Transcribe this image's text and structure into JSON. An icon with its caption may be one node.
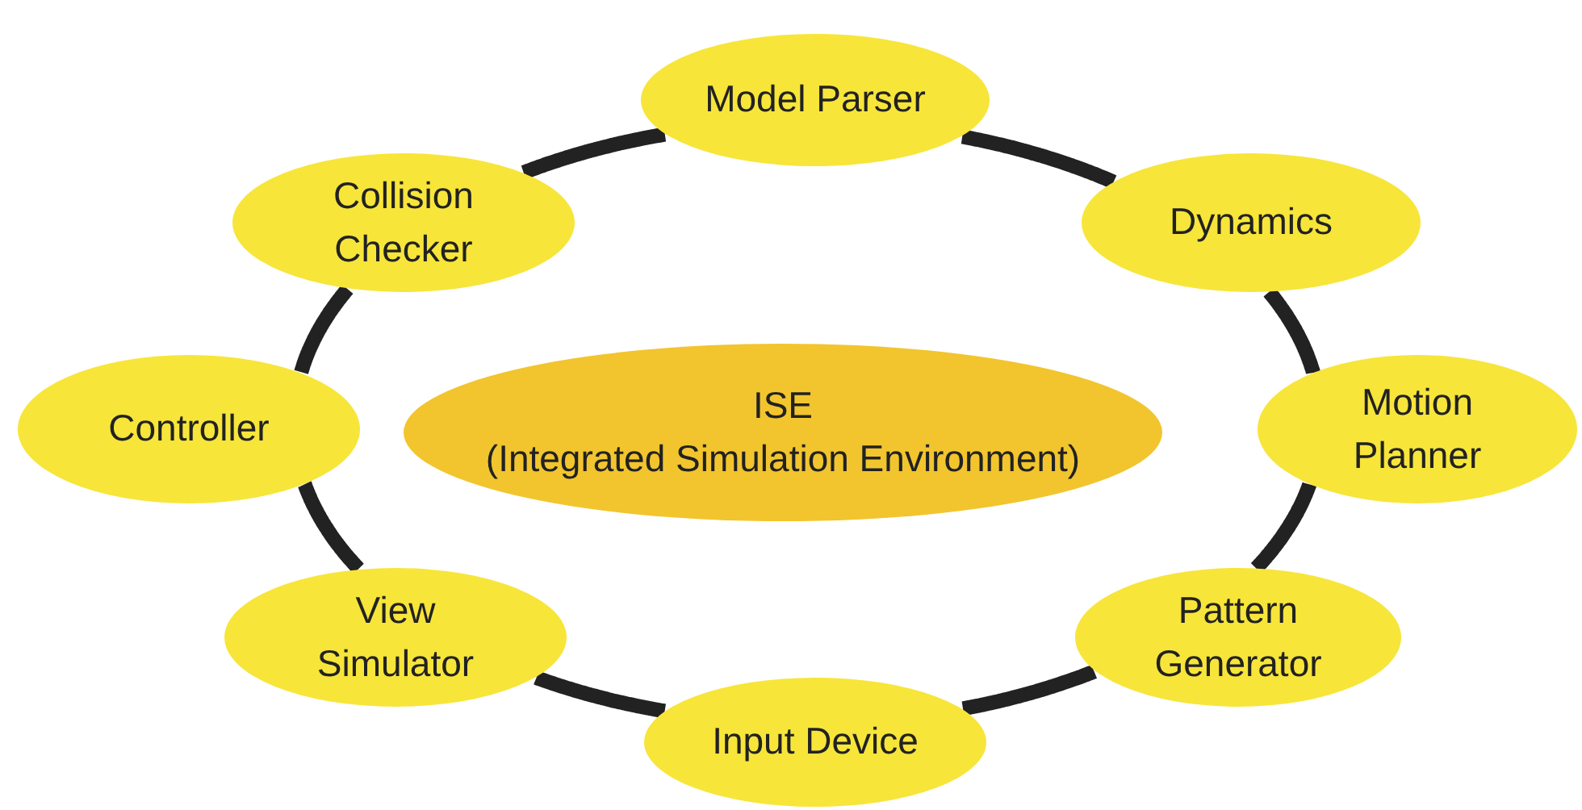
{
  "diagram": {
    "nodes": [
      {
        "text": [
          "ISE",
          "(Integrated Simulation Environment)"
        ]
      },
      {
        "text": [
          "Model Parser"
        ]
      },
      {
        "text": [
          "Dynamics"
        ]
      },
      {
        "text": [
          "Motion Planner"
        ]
      },
      {
        "text": [
          "Pattern Generator"
        ]
      },
      {
        "text": [
          "Input Device"
        ]
      },
      {
        "text": [
          "View Simulator"
        ]
      },
      {
        "text": [
          "Controller"
        ]
      },
      {
        "text": [
          "Collision Checker"
        ]
      }
    ],
    "edges": [
      {
        "from": 1,
        "to": 2,
        "arrow": "none"
      },
      {
        "from": 2,
        "to": 3,
        "arrow": "none"
      },
      {
        "from": 3,
        "to": 4,
        "arrow": "none"
      },
      {
        "from": 4,
        "to": 5,
        "arrow": "none"
      },
      {
        "from": 5,
        "to": 6,
        "arrow": "none"
      },
      {
        "from": 6,
        "to": 7,
        "arrow": "none"
      },
      {
        "from": 7,
        "to": 8,
        "arrow": "none"
      },
      {
        "from": 8,
        "to": 1,
        "arrow": "none"
      }
    ]
  }
}
